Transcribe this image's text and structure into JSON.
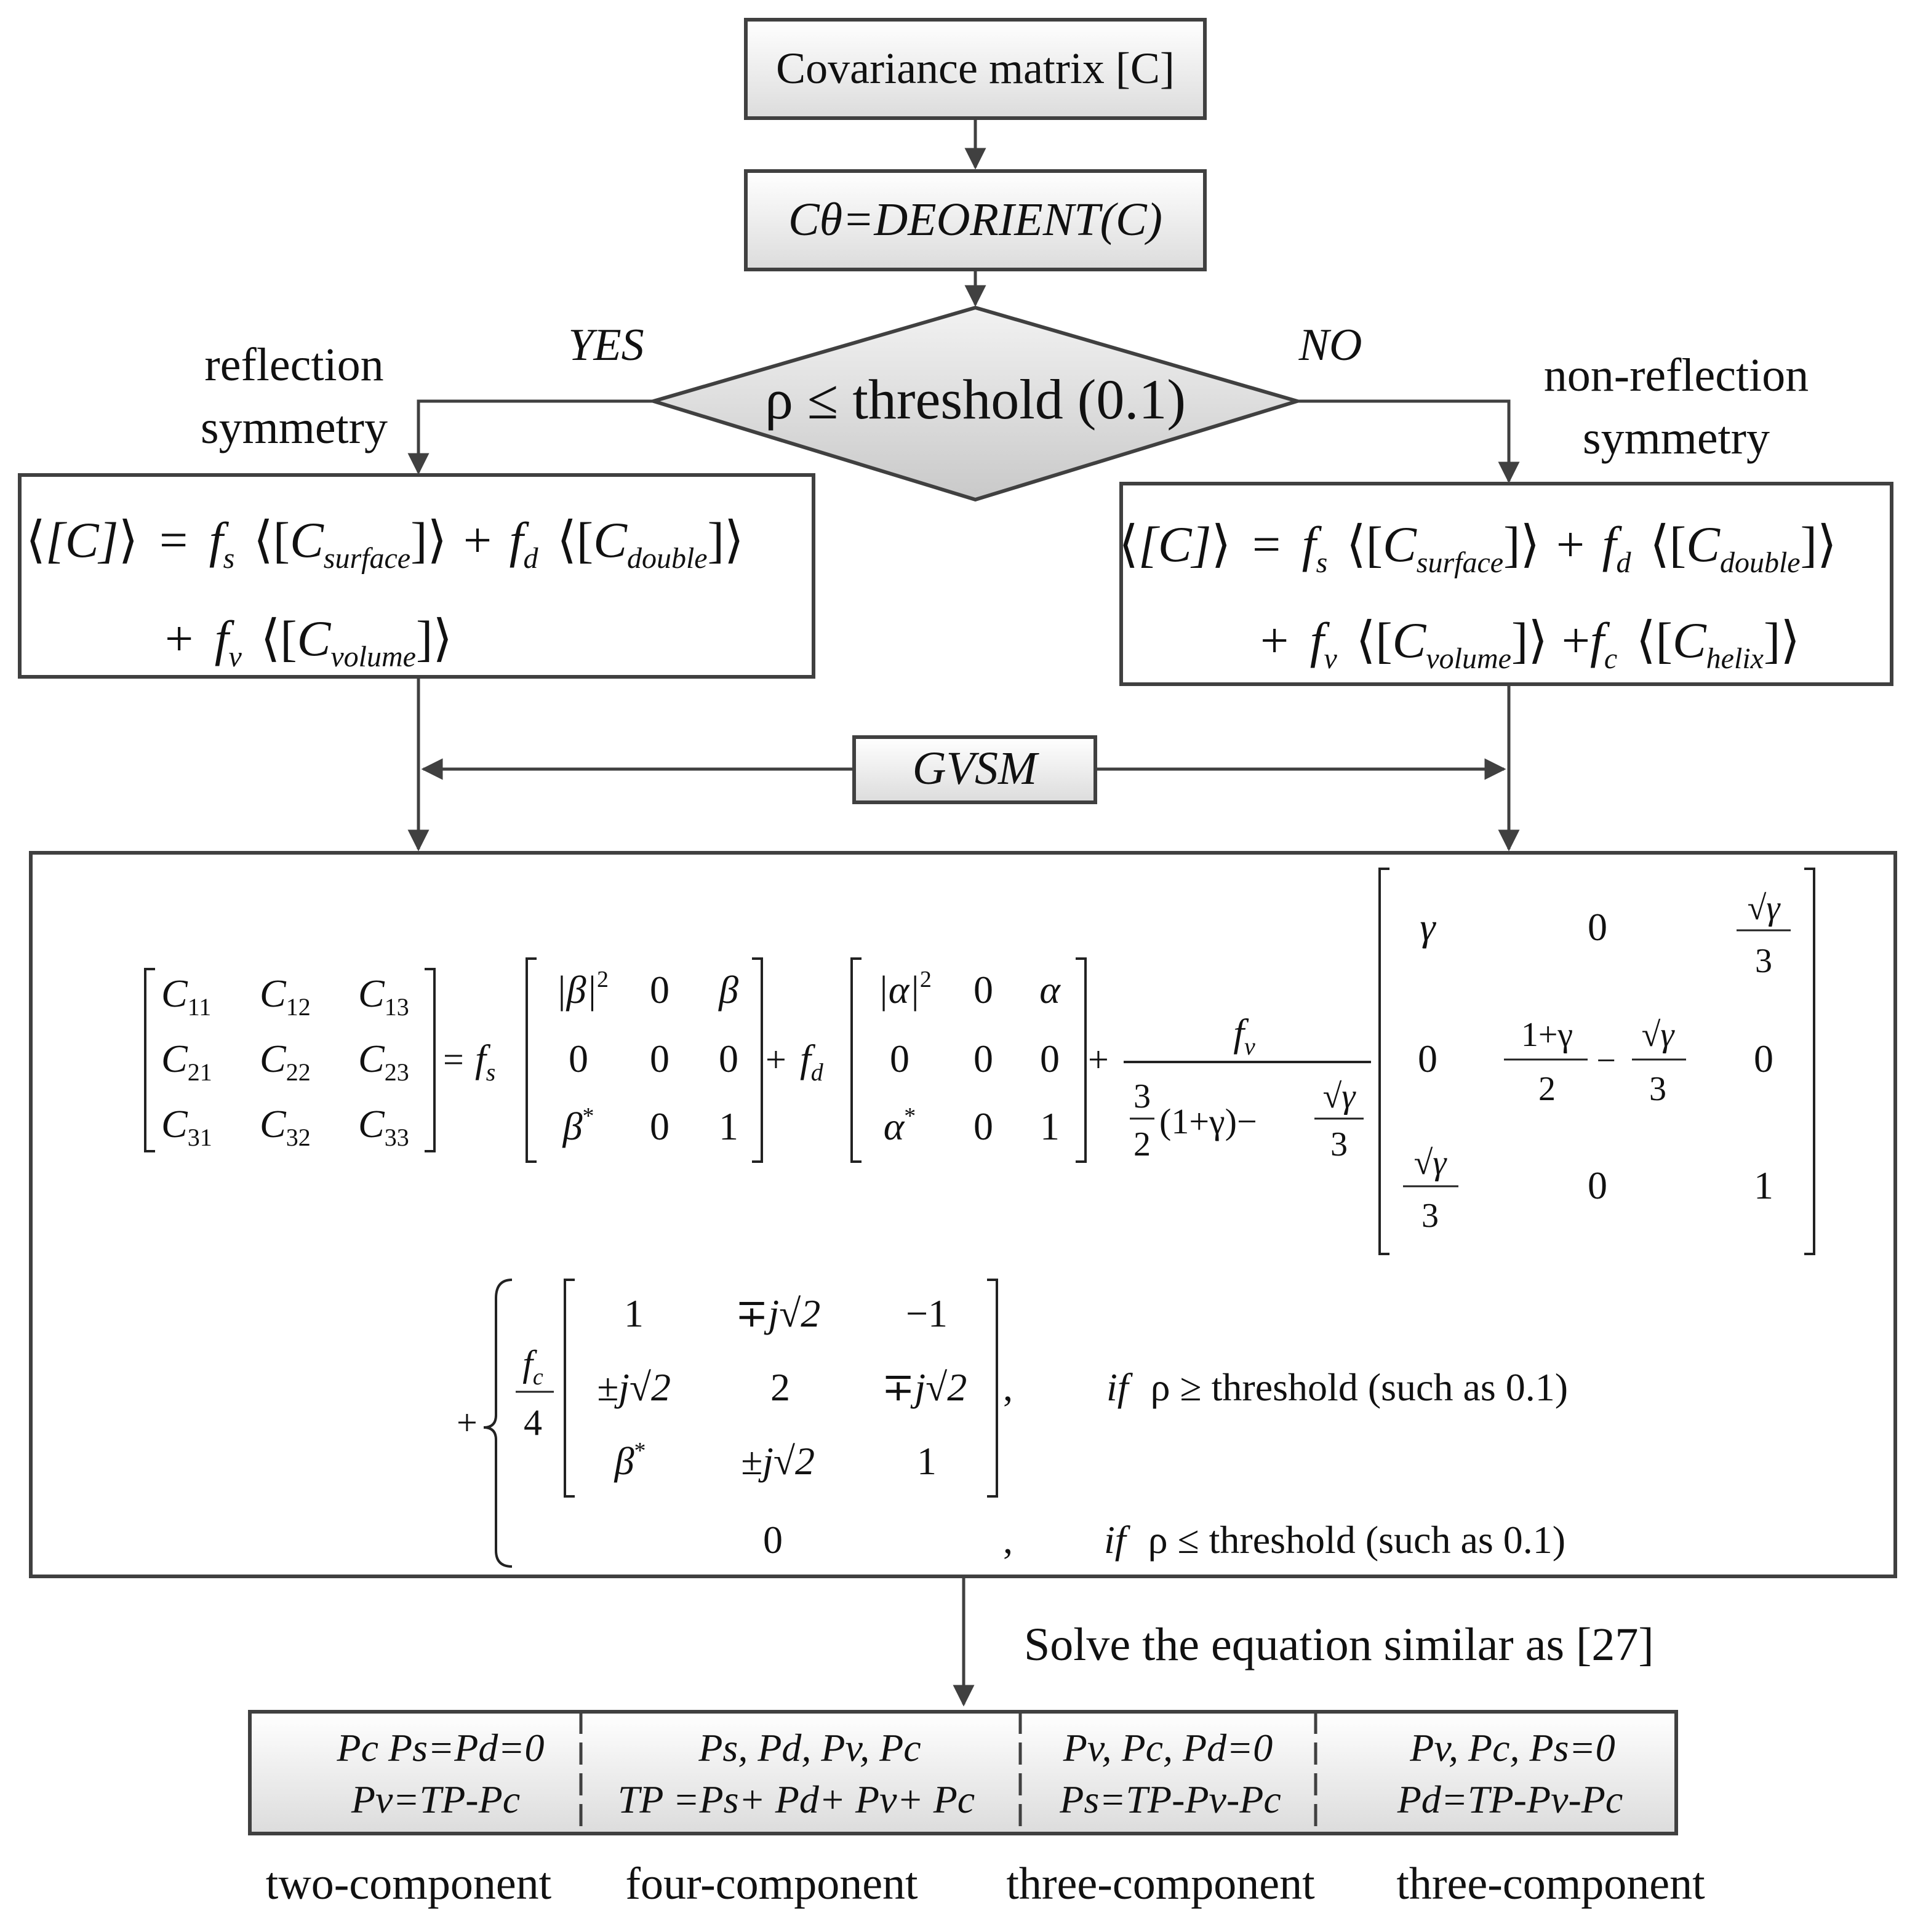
{
  "nodes": {
    "covariance": "Covariance matrix [C]",
    "deorient": "Cθ=DEORIENT(C)",
    "decision": "ρ ≤ threshold (0.1)",
    "gvsm": "GVSM"
  },
  "branches": {
    "yes": "YES",
    "no": "NO",
    "left_line1": "reflection",
    "left_line2": "symmetry",
    "right_line1": "non-reflection",
    "right_line2": "symmetry"
  },
  "models": {
    "left": {
      "lhs": "[C]",
      "eq": "=",
      "fs": "f",
      "fs_sub": "s",
      "c": "C",
      "surface": "surface",
      "plus": "+",
      "fd": "f",
      "fd_sub": "d",
      "double": "double",
      "fv": "f",
      "fv_sub": "v",
      "volume": "volume"
    },
    "right": {
      "lhs": "[C]",
      "eq": "=",
      "fs": "f",
      "fs_sub": "s",
      "c": "C",
      "surface": "surface",
      "plus": "+",
      "fd": "f",
      "fd_sub": "d",
      "double": "double",
      "fv": "f",
      "fv_sub": "v",
      "volume": "volume",
      "fc": "f",
      "fc_sub": "c",
      "helix": "helix"
    }
  },
  "equation": {
    "cmatrix": [
      [
        "C11",
        "C12",
        "C13"
      ],
      [
        "C21",
        "C22",
        "C23"
      ],
      [
        "C31",
        "C32",
        "C33"
      ]
    ],
    "eq": "=",
    "fs": "f",
    "fs_sub": "s",
    "surface_matrix": [
      [
        "|β|²",
        "0",
        "β"
      ],
      [
        "0",
        "0",
        "0"
      ],
      [
        "β*",
        "0",
        "1"
      ]
    ],
    "plus": "+",
    "fd": "f",
    "fd_sub": "d",
    "double_matrix": [
      [
        "|α|²",
        "0",
        "α"
      ],
      [
        "0",
        "0",
        "0"
      ],
      [
        "α*",
        "0",
        "1"
      ]
    ],
    "fv_num": "f",
    "fv_num_sub": "v",
    "fv_den_three": "3",
    "fv_den_two": "2",
    "fv_den_mid": "(1+γ)−",
    "fv_den_sqrt": "√γ",
    "fv_den_3": "3",
    "vol_gamma": "γ",
    "vol_zero": "0",
    "vol_sqrt": "√γ",
    "vol_three": "3",
    "vol_onegamma": "1+γ",
    "vol_two": "2",
    "vol_minus": "−",
    "vol_one": "1",
    "helix_plus": "+",
    "fc_num": "f",
    "fc_num_sub": "c",
    "fc_den": "4",
    "helix_matrix": [
      [
        "1",
        "∓j√2",
        "−1"
      ],
      [
        "±j√2",
        "2",
        "∓j√2"
      ],
      [
        "β*",
        "±j√2",
        "1"
      ]
    ],
    "helix_zero": "0",
    "comma": ",",
    "cond_if": "if",
    "cond1": "ρ ≥ threshold (such as 0.1)",
    "cond2": "ρ ≤ threshold (such as 0.1)"
  },
  "solve_label": "Solve the equation similar as [27]",
  "results": [
    {
      "line1": "Pc  Ps=Pd=0",
      "line2": "Pv=TP-Pc",
      "label": "two-component"
    },
    {
      "line1": "Ps, Pd, Pv, Pc",
      "line2": "TP =Ps+ Pd+ Pv+ Pc",
      "label": "four-component"
    },
    {
      "line1": "Pv, Pc, Pd=0",
      "line2": "Ps=TP-Pv-Pc",
      "label": "three-component"
    },
    {
      "line1": "Pv, Pc, Ps=0",
      "line2": "Pd=TP-Pv-Pc",
      "label": "three-component"
    }
  ]
}
